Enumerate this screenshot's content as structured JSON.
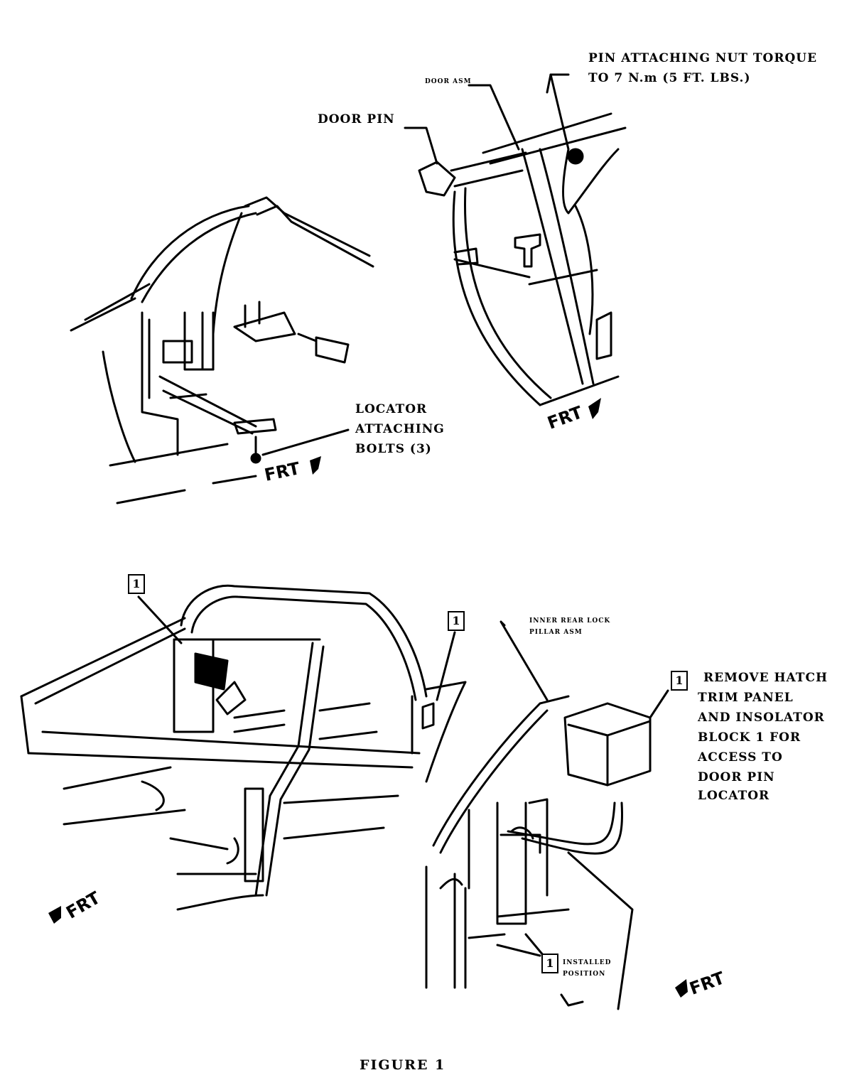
{
  "labels": {
    "pin_torque_line1": "PIN ATTACHING NUT TORQUE",
    "pin_torque_line2": "TO 7 N.m (5 FT. LBS.)",
    "door_pin": "DOOR PIN",
    "door_asm": "DOOR ASM",
    "locator_line1": "LOCATOR",
    "locator_line2": "ATTACHING",
    "locator_line3": "BOLTS (3)",
    "inner_pillar_line1": "INNER REAR LOCK",
    "inner_pillar_line2": "PILLAR ASM",
    "remove_line1": "REMOVE HATCH",
    "remove_line2": "TRIM PANEL",
    "remove_line3": "AND INSOLATOR",
    "remove_line4": "BLOCK 1 FOR",
    "remove_line5": "ACCESS TO",
    "remove_line6": "DOOR PIN",
    "remove_line7": "LOCATOR",
    "installed_line1": "INSTALLED",
    "installed_line2": "POSITION",
    "frt": "FRT",
    "callout": "1",
    "caption": "FIGURE 1"
  }
}
